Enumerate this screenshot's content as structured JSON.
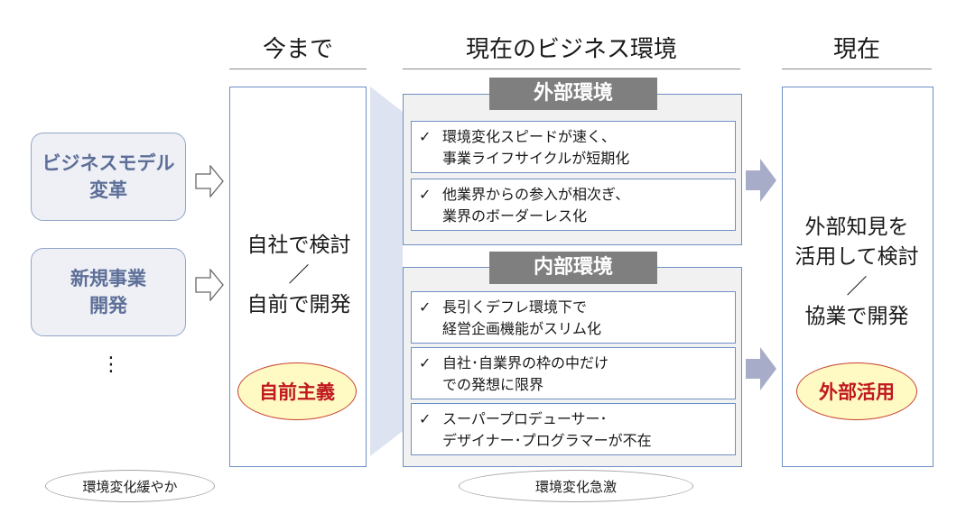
{
  "headers": {
    "past": "今まで",
    "current_env": "現在のビジネス環境",
    "present": "現在"
  },
  "left_boxes": [
    "ビジネスモデル\n変革",
    "新規事業\n開発"
  ],
  "left_ellipsis": "⋮",
  "past_panel": {
    "text": "自社で検討\n／\n自前で開発",
    "badge": "自前主義"
  },
  "external_env": {
    "title": "外部環境",
    "items": [
      "環境変化スピードが速く、\n事業ライフサイクルが短期化",
      "他業界からの参入が相次ぎ、\n業界のボーダーレス化"
    ]
  },
  "internal_env": {
    "title": "内部環境",
    "items": [
      "長引くデフレ環境下で\n経営企画機能がスリム化",
      "自社･自業界の枠の中だけ\nでの発想に限界",
      "スーパープロデューサー･\nデザイナー･プログラマーが不在"
    ]
  },
  "check_mark": "✓",
  "present_panel": {
    "text": "外部知見を\n活用して検討\n／\n協業で開発",
    "badge": "外部活用"
  },
  "captions": {
    "past": "環境変化緩やか",
    "current": "環境変化急激"
  },
  "colors": {
    "panel_border": "#6f8fc4",
    "left_box_text": "#5d6f98",
    "badge_text": "#c0181e",
    "badge_fill": "#fff9c4",
    "env_title_bg": "#7f7f7f",
    "arrow_fill": "#a7adc9"
  }
}
